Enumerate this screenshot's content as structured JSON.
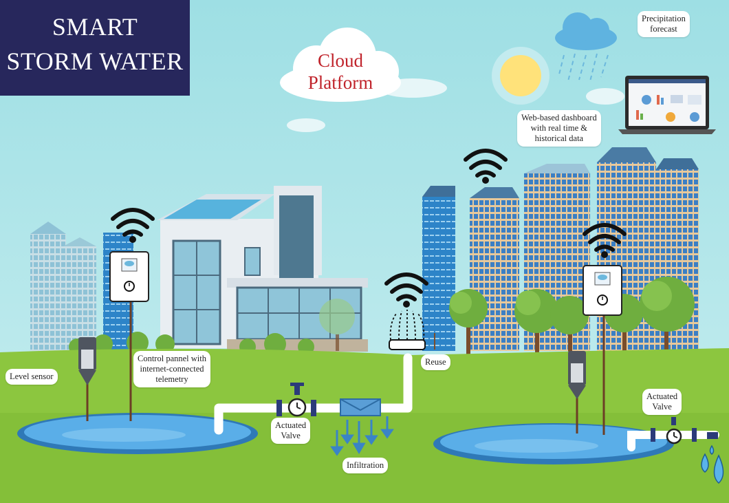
{
  "title": {
    "line1": "SMART",
    "line2": "STORM WATER"
  },
  "cloud_platform": {
    "line1": "Cloud",
    "line2": "Platform"
  },
  "labels": {
    "precipitation": {
      "line1": "Precipitation",
      "line2": "forecast"
    },
    "dashboard": {
      "line1": "Web-based dashboard",
      "line2": "with real time &",
      "line3": "historical data"
    },
    "control_panel": {
      "line1": "Control pannel with",
      "line2": "internet-connected",
      "line3": "telemetry"
    },
    "level_sensor": "Level sensor",
    "reuse": "Reuse",
    "valve_left": {
      "line1": "Actuated",
      "line2": "Valve"
    },
    "valve_right": {
      "line1": "Actuated",
      "line2": "Valve"
    },
    "infiltration": "Infiltration"
  },
  "colors": {
    "title_bg": "#27275c",
    "cloud_text": "#c0232b",
    "sky": "#aee4e8",
    "grass": "#8cc63f",
    "water": "#5b9bd5",
    "pipe": "#ffffff"
  },
  "icons": [
    "wifi-icon",
    "rain-cloud-icon",
    "sun-icon",
    "laptop-icon",
    "timer-icon",
    "level-sensor-icon",
    "valve-icon",
    "sprinkler-icon",
    "water-drop-icon",
    "down-arrow-icon"
  ]
}
